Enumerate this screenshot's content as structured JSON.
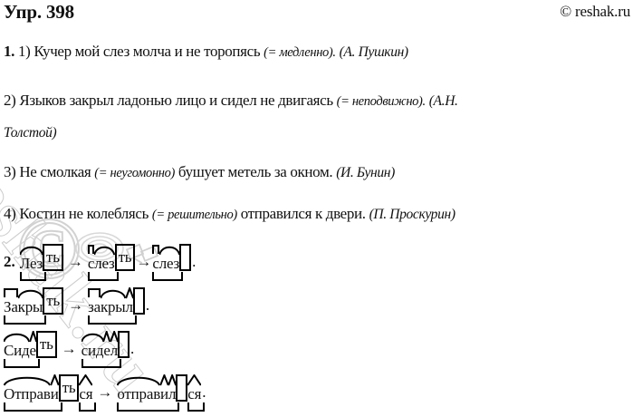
{
  "header": {
    "title": "Упр. 398",
    "credit": "© reshak.ru"
  },
  "watermark": {
    "text": "reshak.ru",
    "copyright_glyph": "©",
    "color": "#cccccc"
  },
  "task1": {
    "number": "1.",
    "sentences": [
      {
        "marker": "1)",
        "text_before": " Кучер мой слез молча и не торопясь ",
        "gloss": "(= медленно).",
        "text_after": "",
        "attribution": "(А. Пушкин)"
      },
      {
        "marker": "2)",
        "text_before": " Языков закрыл ладонью лицо и сидел не двигаясь ",
        "gloss": "(= неподвижно).",
        "text_after": "",
        "attribution": "(А.Н.",
        "attribution_wrap": "Толстой)"
      },
      {
        "marker": "3)",
        "text_before": " Не смолкая ",
        "gloss": "(= неугомонно)",
        "text_after": " бушует метель за окном.",
        "attribution": "(И. Бунин)"
      },
      {
        "marker": "4)",
        "text_before": " Костин не колеблясь ",
        "gloss": "(= решительно)",
        "text_after": " отправился к двери.",
        "attribution": "(П. Проскурин)"
      }
    ]
  },
  "task2": {
    "number": "2.",
    "arrow": "→",
    "period": ".",
    "chains": [
      {
        "words": [
          {
            "full": "Лезть",
            "segments": [
              {
                "text": "Лез",
                "type": "root"
              },
              {
                "text": "ть",
                "type": "ending"
              }
            ]
          },
          {
            "full": "слезть",
            "segments": [
              {
                "text": "с",
                "type": "prefix"
              },
              {
                "text": "лез",
                "type": "root"
              },
              {
                "text": "ть",
                "type": "ending"
              }
            ]
          },
          {
            "full": "слез",
            "segments": [
              {
                "text": "с",
                "type": "prefix"
              },
              {
                "text": "лез",
                "type": "root"
              },
              {
                "text": "",
                "type": "ending-zero"
              }
            ]
          }
        ]
      },
      {
        "words": [
          {
            "full": "Закрыть",
            "segments": [
              {
                "text": "За",
                "type": "prefix"
              },
              {
                "text": "кры",
                "type": "root"
              },
              {
                "text": "ть",
                "type": "ending"
              }
            ]
          },
          {
            "full": "закрыл",
            "segments": [
              {
                "text": "за",
                "type": "prefix"
              },
              {
                "text": "кры",
                "type": "root"
              },
              {
                "text": "л",
                "type": "suffix"
              },
              {
                "text": "",
                "type": "ending-zero"
              }
            ]
          }
        ]
      },
      {
        "words": [
          {
            "full": "Сидеть",
            "segments": [
              {
                "text": "Сид",
                "type": "root"
              },
              {
                "text": "е",
                "type": "suffix"
              },
              {
                "text": "ть",
                "type": "ending"
              }
            ]
          },
          {
            "full": "сидел",
            "segments": [
              {
                "text": "сид",
                "type": "root"
              },
              {
                "text": "е",
                "type": "suffix"
              },
              {
                "text": "л",
                "type": "suffix"
              },
              {
                "text": "",
                "type": "ending-zero"
              }
            ]
          }
        ]
      },
      {
        "words": [
          {
            "full": "Отправиться",
            "segments": [
              {
                "text": "Отправ",
                "type": "root"
              },
              {
                "text": "и",
                "type": "suffix"
              },
              {
                "text": "ть",
                "type": "ending"
              },
              {
                "text": "ся",
                "type": "postfix"
              }
            ]
          },
          {
            "full": "отправился",
            "segments": [
              {
                "text": "отправ",
                "type": "root"
              },
              {
                "text": "и",
                "type": "suffix"
              },
              {
                "text": "л",
                "type": "suffix"
              },
              {
                "text": "",
                "type": "ending-zero"
              },
              {
                "text": "ся",
                "type": "postfix"
              }
            ]
          }
        ]
      }
    ]
  }
}
